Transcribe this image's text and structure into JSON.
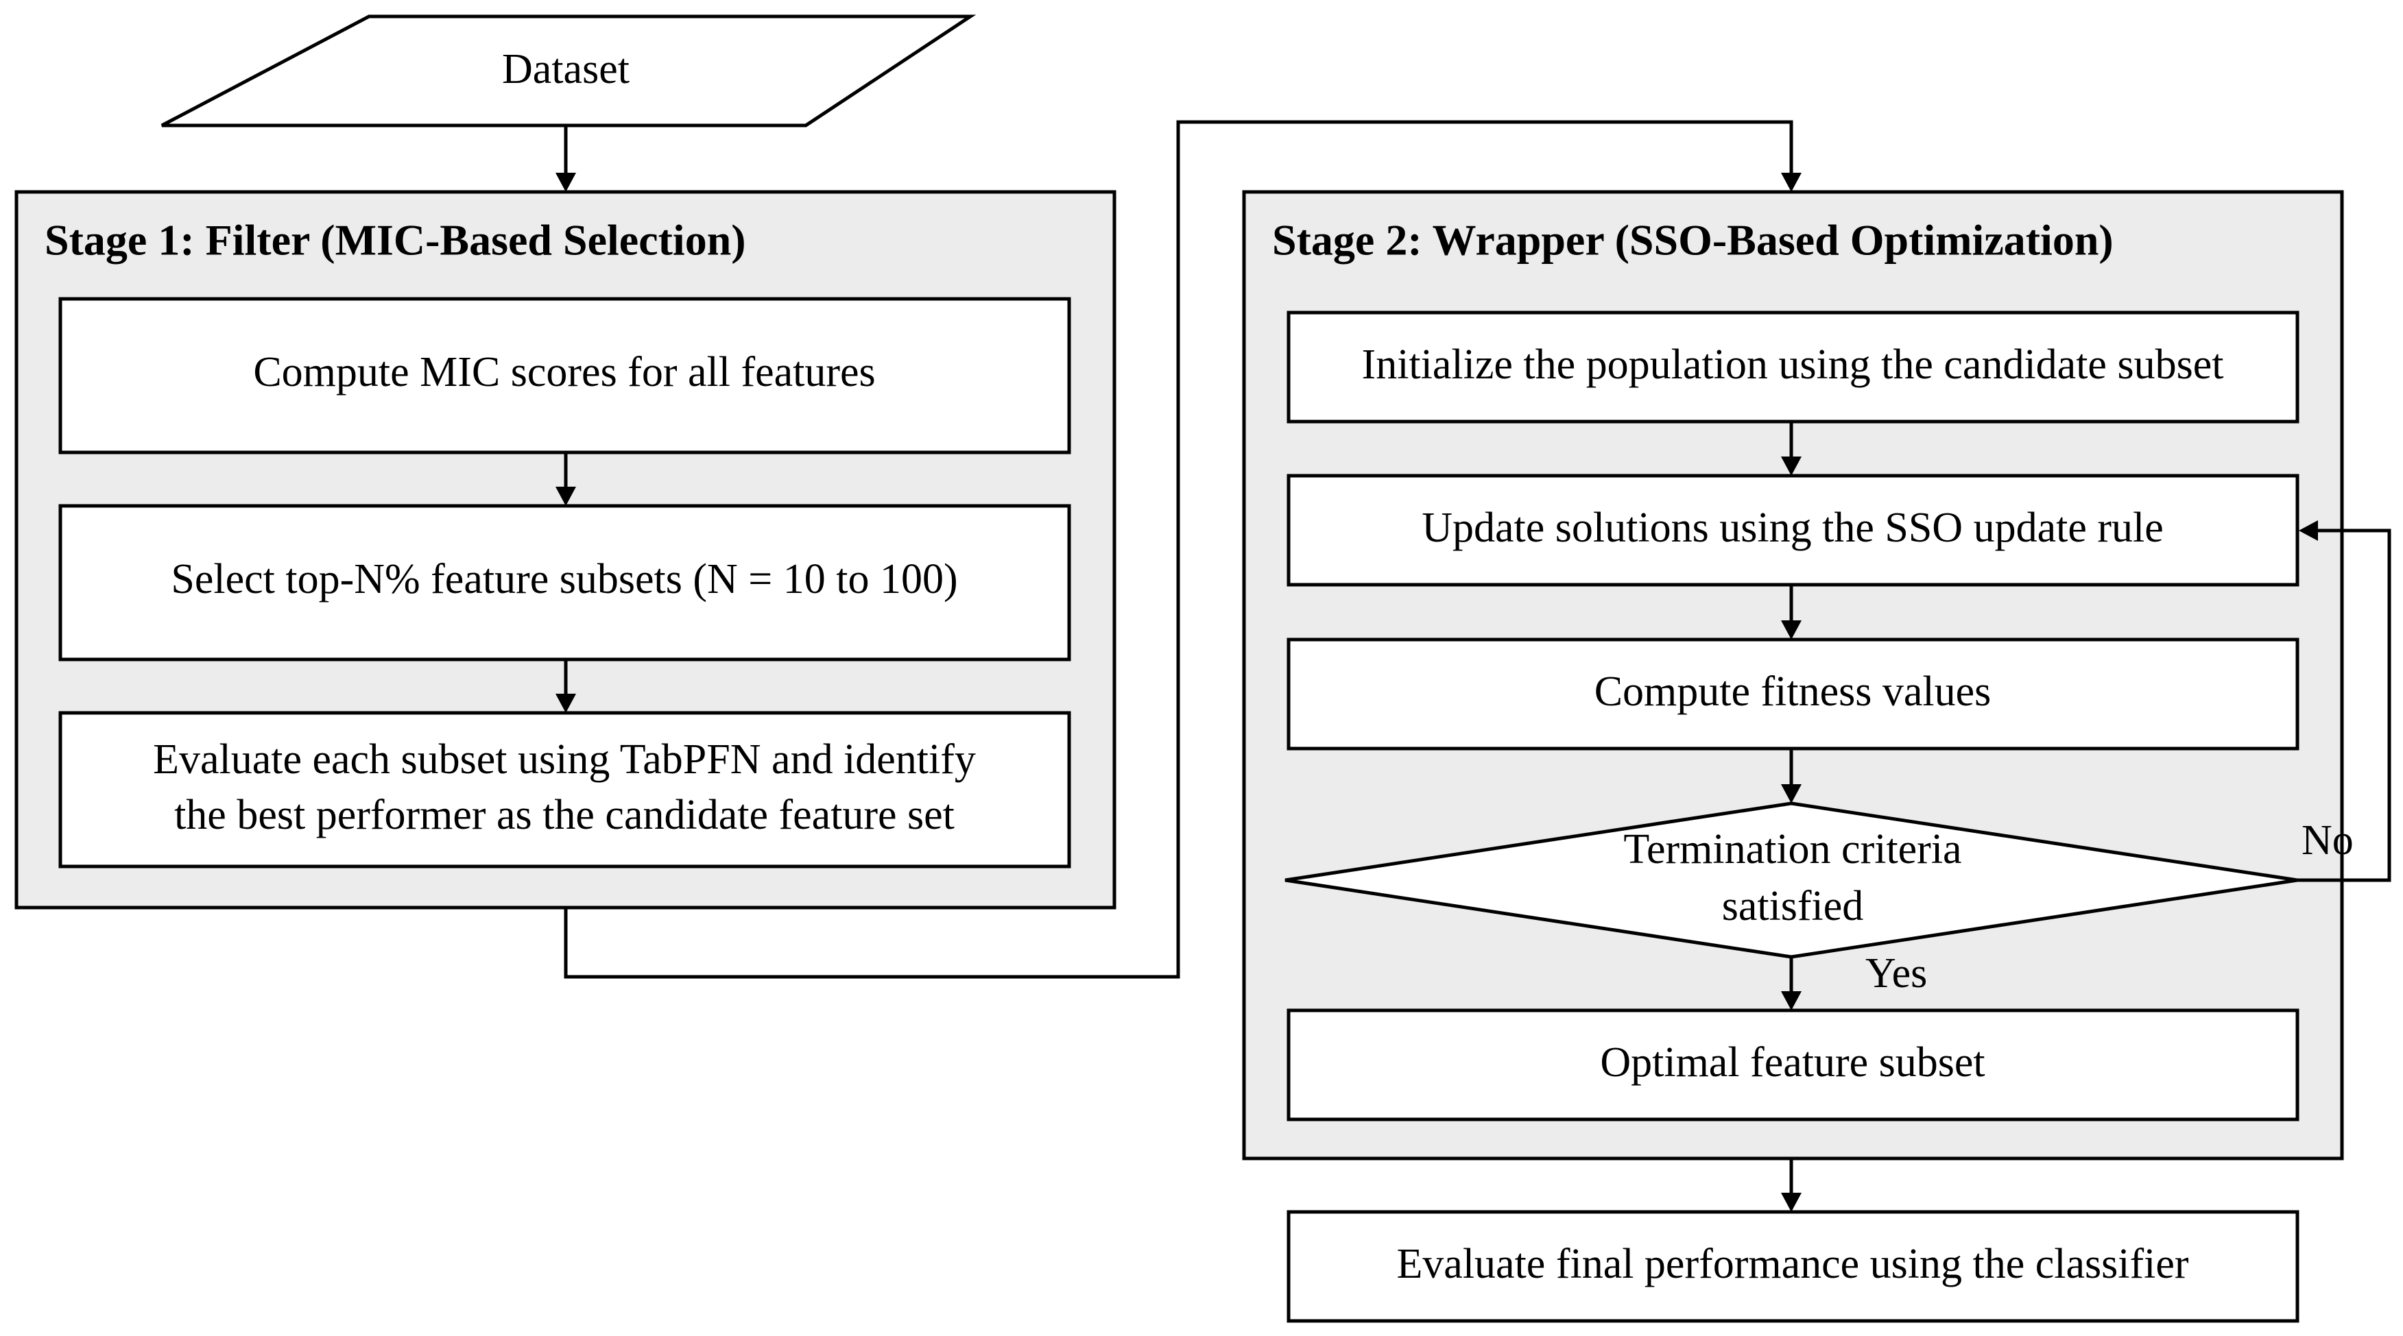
{
  "input": {
    "label": "Dataset"
  },
  "stage1": {
    "title": "Stage 1: Filter (MIC-Based Selection)",
    "steps": [
      "Compute MIC scores for all features",
      "Select top-N% feature subsets (N = 10 to 100)"
    ],
    "step3_line1": "Evaluate each subset using TabPFN and identify",
    "step3_line2": "the best performer as the candidate feature set"
  },
  "stage2": {
    "title": "Stage 2: Wrapper (SSO-Based Optimization)",
    "steps": [
      "Initialize the population using the candidate subset",
      "Update solutions using the SSO update rule",
      "Compute fitness values"
    ],
    "decision_line1": "Termination criteria",
    "decision_line2": "satisfied",
    "no_label": "No",
    "yes_label": "Yes",
    "result": "Optimal feature subset"
  },
  "final": {
    "label": "Evaluate final performance using the classifier"
  }
}
